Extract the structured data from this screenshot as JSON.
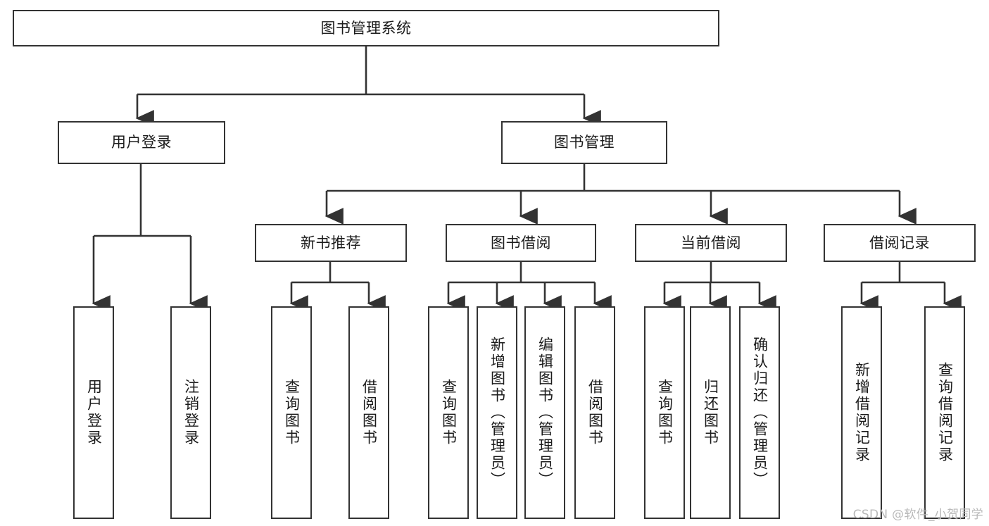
{
  "diagram": {
    "type": "hierarchy-tree",
    "title": "图书管理系统",
    "root": {
      "id": "root",
      "label": "图书管理系统"
    },
    "level2": [
      {
        "id": "user-login",
        "label": "用户登录"
      },
      {
        "id": "book-manage",
        "label": "图书管理"
      }
    ],
    "level3": [
      {
        "id": "new-book-rec",
        "label": "新书推荐",
        "parent": "book-manage"
      },
      {
        "id": "book-borrow",
        "label": "图书借阅",
        "parent": "book-manage"
      },
      {
        "id": "current-borrow",
        "label": "当前借阅",
        "parent": "book-manage"
      },
      {
        "id": "borrow-record",
        "label": "借阅记录",
        "parent": "book-manage"
      }
    ],
    "leaves": {
      "user_login": [
        {
          "id": "leaf-user-login",
          "label": "用户登录"
        },
        {
          "id": "leaf-logout",
          "label": "注销登录"
        }
      ],
      "new_book_rec": [
        {
          "id": "leaf-query-book-1",
          "label": "查询图书"
        },
        {
          "id": "leaf-borrow-book-1",
          "label": "借阅图书"
        }
      ],
      "book_borrow": [
        {
          "id": "leaf-query-book-2",
          "label": "查询图书"
        },
        {
          "id": "leaf-add-book",
          "label": "新增图书（管理员）"
        },
        {
          "id": "leaf-edit-book",
          "label": "编辑图书（管理员）"
        },
        {
          "id": "leaf-borrow-book-2",
          "label": "借阅图书"
        }
      ],
      "current_borrow": [
        {
          "id": "leaf-query-book-3",
          "label": "查询图书"
        },
        {
          "id": "leaf-return-book",
          "label": "归还图书"
        },
        {
          "id": "leaf-confirm-return",
          "label": "确认归还（管理员）"
        }
      ],
      "borrow_record": [
        {
          "id": "leaf-add-record",
          "label": "新增借阅记录"
        },
        {
          "id": "leaf-query-record",
          "label": "查询借阅记录"
        }
      ]
    },
    "colors": {
      "background": "#ffffff",
      "box_border": "#333333",
      "box_fill": "#ffffff",
      "connector": "#333333",
      "text": "#1b1b1b",
      "watermark": "#b9b9b9"
    }
  },
  "watermark": {
    "text": "CSDN @软件_小贺同学"
  }
}
